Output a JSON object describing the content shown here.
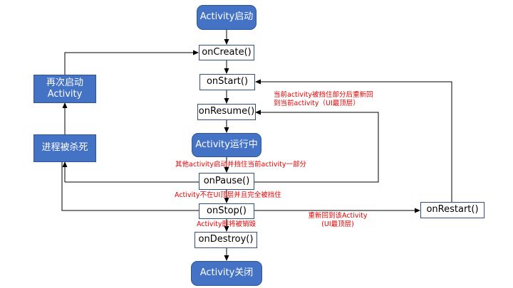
{
  "nodes": {
    "activity_start": "Activity启动",
    "on_create": "onCreate()",
    "on_start": "onStart()",
    "on_resume": "onResume()",
    "activity_running": "Activity运行中",
    "on_pause": "onPause()",
    "on_stop": "onStop()",
    "on_destroy": "onDestroy()",
    "activity_closed": "Activity关闭",
    "on_restart": "onRestart()",
    "process_killed": "进程被杀死",
    "restart_activity_line1": "再次启动",
    "restart_activity_line2": "Activity"
  },
  "labels": {
    "partially_covered_line1": "当前activity被挡住部分后重新回",
    "partially_covered_line2": "到当前activity（UI最顶层）",
    "other_activity_started": "其他activity启动并挡住当前activity一部分",
    "fully_covered": "Activity不在UI顶层并且完全被挡住",
    "about_to_destroy": "Activity即将被销毁",
    "back_to_top_line1": "重新回到该Activity",
    "back_to_top_line2": "(UI最顶层)"
  },
  "colors": {
    "blue_fill": "#4472c4",
    "label_red": "#e60000",
    "arrow": "#000000"
  }
}
